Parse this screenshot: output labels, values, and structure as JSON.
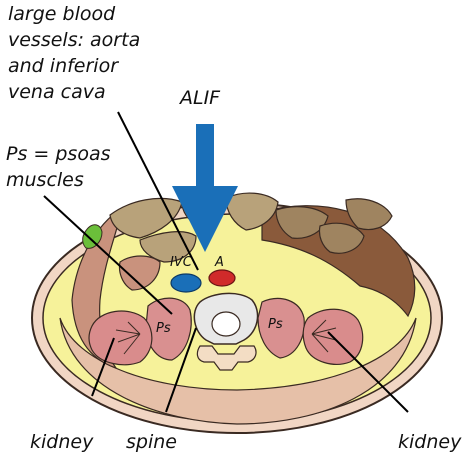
{
  "labels": {
    "vessels": [
      "large blood",
      "vessels: aorta",
      "and inferior",
      "vena cava"
    ],
    "alif": "ALIF",
    "psoas": [
      "Ps = psoas",
      "muscles"
    ],
    "ivc": "IVC",
    "aorta": "A",
    "ps_left": "Ps",
    "ps_right": "Ps",
    "kidney_left": "kidney",
    "spine": "spine",
    "kidney_right": "kidney"
  },
  "colors": {
    "skin": "#f1d6c4",
    "skin_outline": "#3a2a22",
    "fat": "#f6f29a",
    "muscle": "#c9927d",
    "muscle_dark": "#8a5a3b",
    "bowel": "#b8a27a",
    "ivc": "#1a6fb8",
    "aorta": "#d02a2a",
    "kidney": "#d98c8c",
    "psoas": "#d99090",
    "bone": "#f3ddc4",
    "disc": "#dcdcdc",
    "arrow": "#1a6fb8",
    "green": "#6bbf3a"
  }
}
